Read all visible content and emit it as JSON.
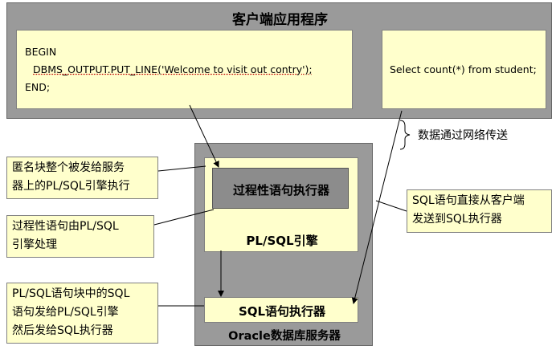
{
  "client": {
    "title": "客户端应用程序",
    "plsql_code": [
      "BEGIN",
      "DBMS_OUTPUT.PUT_LINE('Welcome to visit out contry');",
      "END;"
    ],
    "sql_code": "Select count(*) from student;"
  },
  "network_label": "数据通过网络传送",
  "server": {
    "title": "Oracle数据库服务器",
    "plsql_engine": "PL/SQL引擎",
    "procedural_executor": "过程性语句执行器",
    "sql_executor": "SQL语句执行器"
  },
  "notes": {
    "anon_block": [
      "匿名块整个被发给服务",
      "器上的PL/SQL引擎执行"
    ],
    "procedural": [
      "过程性语句由PL/SQL",
      "引擎处理"
    ],
    "sql_in_block": [
      "PL/SQL语句块中的SQL",
      "语句发给PL/SQL引擎",
      "然后发给SQL执行器"
    ],
    "sql_direct": [
      "SQL语句直接从客户端",
      "发送到SQL执行器"
    ]
  }
}
